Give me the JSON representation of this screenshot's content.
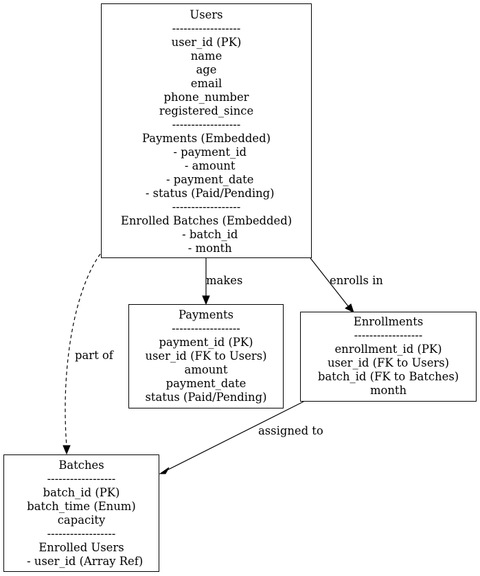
{
  "nodes": {
    "users": {
      "lines": [
        "Users",
        "------------------",
        "user_id (PK)",
        "name",
        "age",
        "email",
        "phone_number",
        "registered_since",
        "------------------",
        "Payments (Embedded)",
        "  - payment_id",
        "  - amount",
        "  - payment_date",
        "  - status (Paid/Pending)",
        "------------------",
        "Enrolled Batches (Embedded)",
        "  - batch_id",
        "  - month"
      ]
    },
    "payments": {
      "lines": [
        "Payments",
        "------------------",
        "payment_id (PK)",
        "user_id (FK to Users)",
        "amount",
        "payment_date",
        "status (Paid/Pending)"
      ]
    },
    "enrollments": {
      "lines": [
        "Enrollments",
        "------------------",
        "enrollment_id (PK)",
        "user_id (FK to Users)",
        "batch_id (FK to Batches)",
        "month"
      ]
    },
    "batches": {
      "lines": [
        "Batches",
        "------------------",
        "batch_id (PK)",
        "batch_time (Enum)",
        "capacity",
        "------------------",
        "Enrolled Users",
        "  - user_id (Array Ref)"
      ]
    }
  },
  "edges": {
    "makes": {
      "from": "Users",
      "to": "Payments",
      "label": "makes",
      "style": "solid"
    },
    "enrolls_in": {
      "from": "Users",
      "to": "Enrollments",
      "label": "enrolls in",
      "style": "solid"
    },
    "part_of": {
      "from": "Users",
      "to": "Batches",
      "label": "part of",
      "style": "dashed"
    },
    "assigned_to": {
      "from": "Enrollments",
      "to": "Batches",
      "label": "assigned to",
      "style": "solid"
    }
  }
}
